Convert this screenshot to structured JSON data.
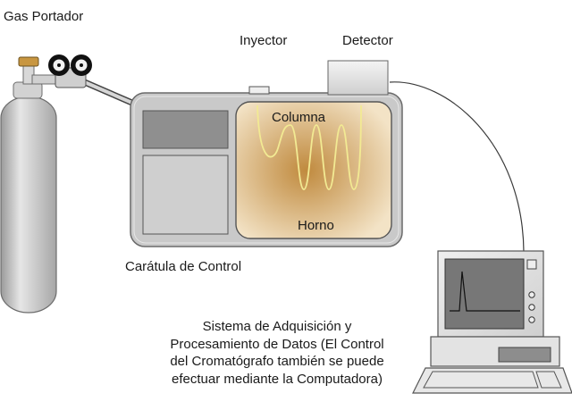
{
  "labels": {
    "gas_portador": "Gas Portador",
    "inyector": "Inyector",
    "detector": "Detector",
    "columna": "Columna",
    "horno": "Horno",
    "caratula": "Carátula de Control",
    "sistema_lines": [
      "Sistema de Adquisición y",
      "Procesamiento de Datos (El Control",
      "del Cromatógrafo también se puede",
      "efectuar mediante la Computadora)"
    ]
  },
  "colors": {
    "cylinder": "#c9c9c9",
    "oven_center": "#c08a3e",
    "oven_edge": "#f3e3c6",
    "column_coil": "#f2ea93",
    "panel_dark": "#8f8f8f",
    "panel_light": "#cfcfcf",
    "cylinder_valve": "#c89640"
  }
}
